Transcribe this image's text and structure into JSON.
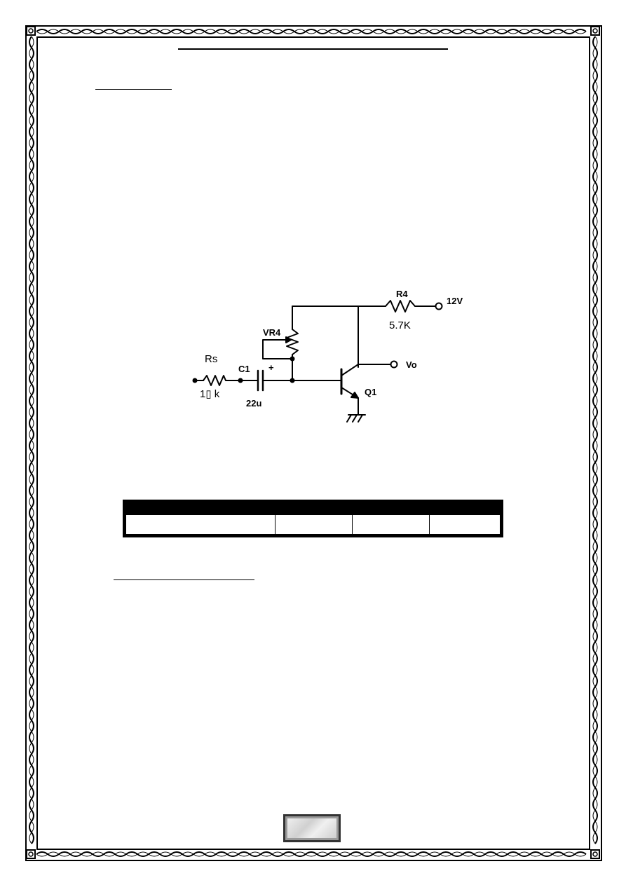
{
  "header": {
    "title": ""
  },
  "section_heading_1": "",
  "section_heading_2": "",
  "circuit": {
    "rs_label": "Rs",
    "rs_value": "1\u0000 k",
    "c1_label": "C1",
    "c1_value": "22u",
    "plus_sign": "+",
    "vr4_label": "VR4",
    "r4_label": "R4",
    "r4_value": "5.7K",
    "supply_label": "12V",
    "output_label": "Vo",
    "q1_label": "Q1"
  },
  "table": {
    "header": [
      "",
      "",
      "",
      ""
    ],
    "rows": [
      [
        "",
        "",
        "",
        ""
      ]
    ]
  },
  "footer": {
    "page_number": ""
  },
  "colors": {
    "ink": "#000000",
    "page": "#ffffff"
  }
}
